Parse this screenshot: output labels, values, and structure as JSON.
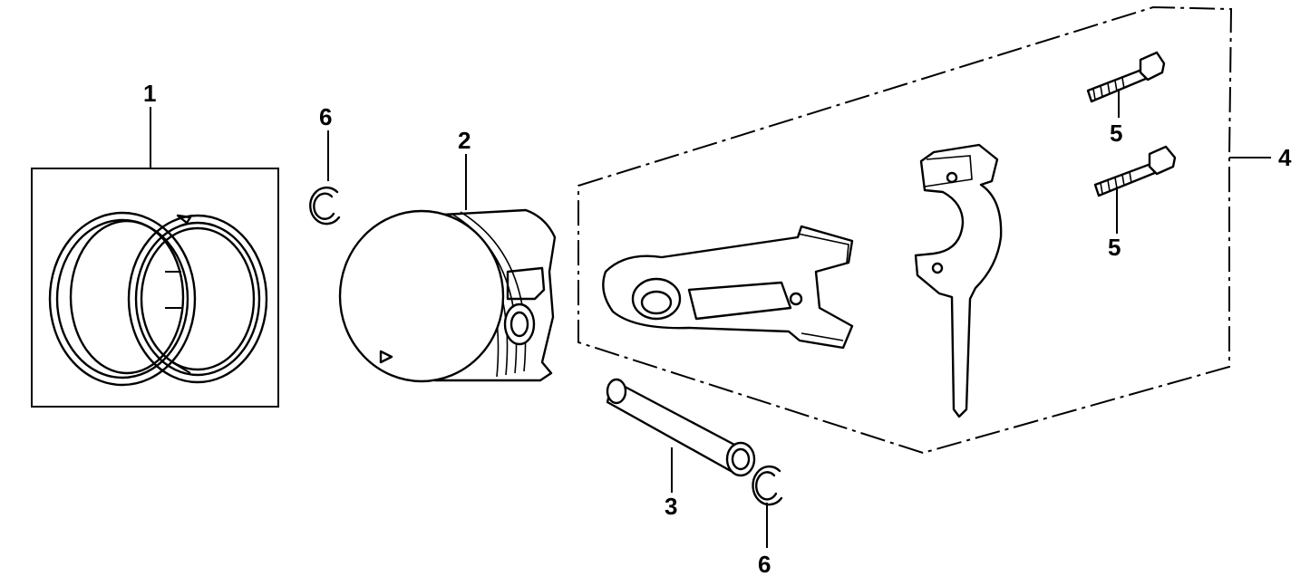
{
  "callouts": [
    {
      "id": "1",
      "text": "1"
    },
    {
      "id": "2",
      "text": "2"
    },
    {
      "id": "3",
      "text": "3"
    },
    {
      "id": "4",
      "text": "4"
    },
    {
      "id": "5a",
      "text": "5"
    },
    {
      "id": "5b",
      "text": "5"
    },
    {
      "id": "6a",
      "text": "6"
    },
    {
      "id": "6b",
      "text": "6"
    }
  ]
}
